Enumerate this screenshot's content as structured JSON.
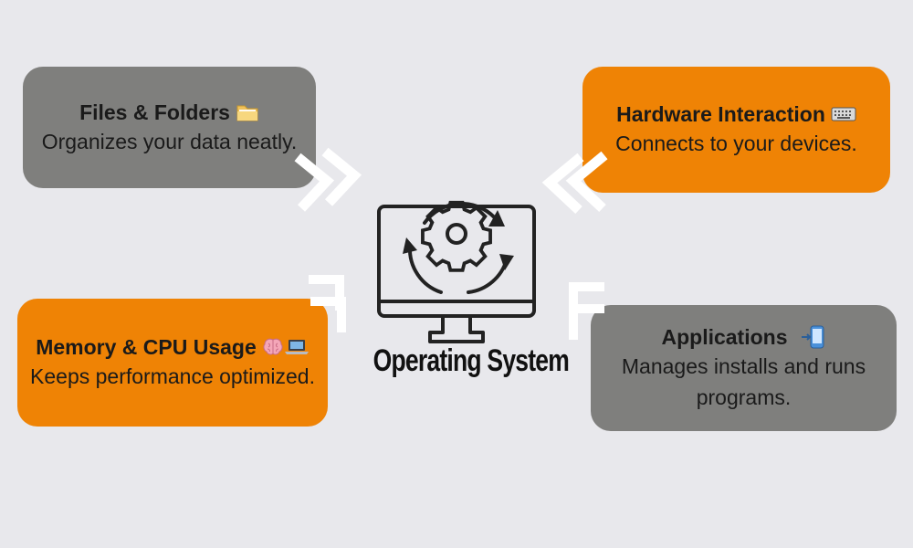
{
  "center": {
    "label": "Operating System",
    "icon": "monitor-gear-icon"
  },
  "cards": {
    "files": {
      "title": "Files & Folders",
      "icon": "folder-icon",
      "description": "Organizes your data neatly."
    },
    "hardware": {
      "title": "Hardware Interaction",
      "icon": "keyboard-icon",
      "description": "Connects to your devices."
    },
    "memory": {
      "title": "Memory & CPU Usage",
      "icons": [
        "brain-icon",
        "laptop-icon"
      ],
      "description": "Keeps performance optimized."
    },
    "apps": {
      "title": "Applications",
      "icon": "mobile-arrow-icon",
      "description": "Manages installs and runs programs."
    }
  },
  "colors": {
    "background": "#e8e8ec",
    "gray_card": "#7f7f7d",
    "orange_card": "#ef8305",
    "arrow": "#ffffff",
    "text": "#1a1a1a"
  }
}
